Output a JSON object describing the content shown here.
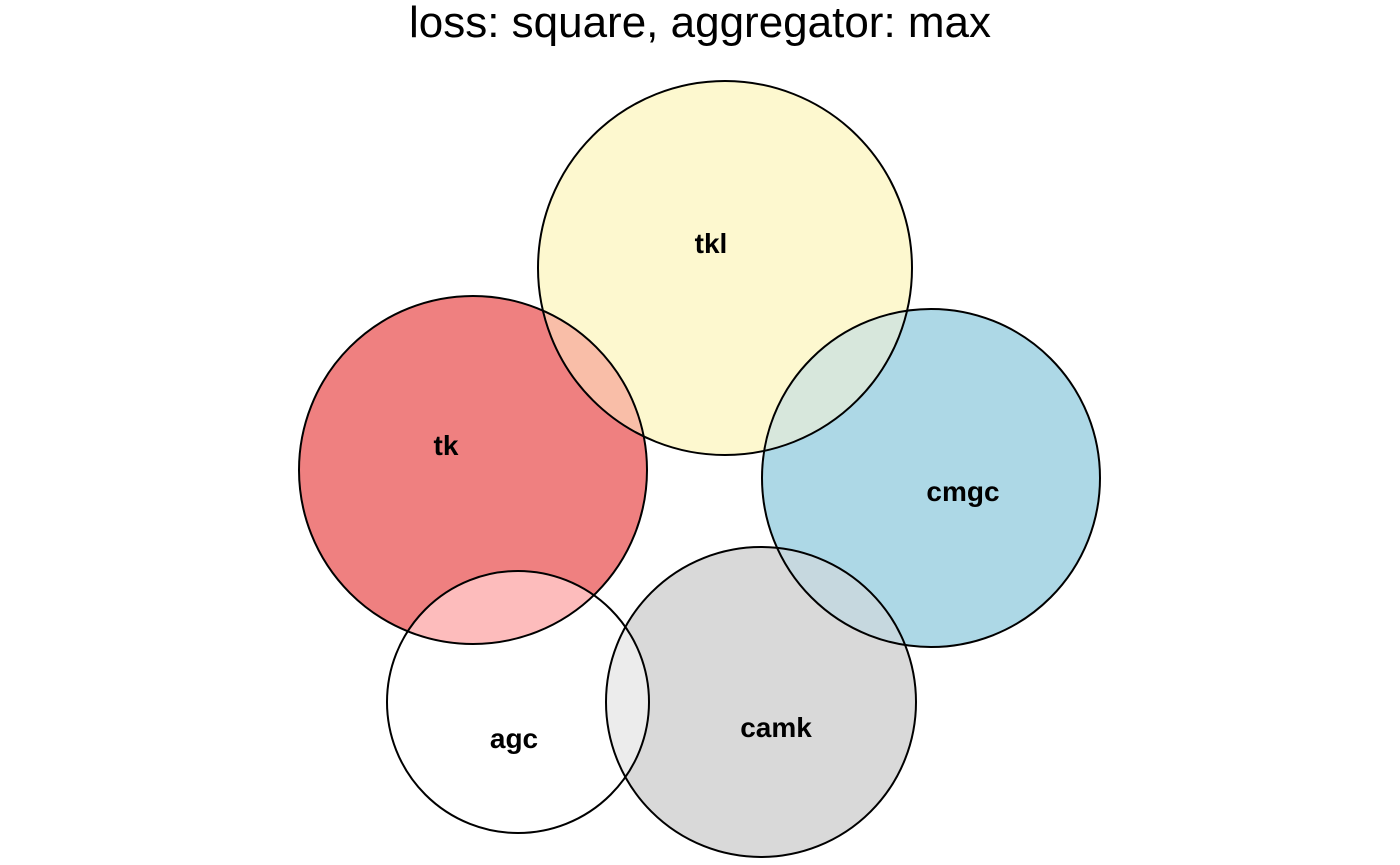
{
  "title": "loss: square, aggregator: max",
  "sets": [
    {
      "id": "tkl",
      "label": "tkl",
      "color": "#fdf8cf"
    },
    {
      "id": "tk",
      "label": "tk",
      "color": "#ef8080"
    },
    {
      "id": "cmgc",
      "label": "cmgc",
      "color": "#add8e6"
    },
    {
      "id": "agc",
      "label": "agc",
      "color": "#ffffff"
    },
    {
      "id": "camk",
      "label": "camk",
      "color": "#d9d9d9"
    }
  ],
  "intersections": [
    {
      "sets": [
        "tk",
        "tkl"
      ],
      "color": "#f9bea8"
    },
    {
      "sets": [
        "tkl",
        "cmgc"
      ],
      "color": "#d7e7dc"
    },
    {
      "sets": [
        "tk",
        "agc"
      ],
      "color": "#fdbcbc"
    },
    {
      "sets": [
        "agc",
        "camk"
      ],
      "color": "#ececec"
    },
    {
      "sets": [
        "camk",
        "cmgc"
      ],
      "color": "#c6d8df"
    }
  ]
}
